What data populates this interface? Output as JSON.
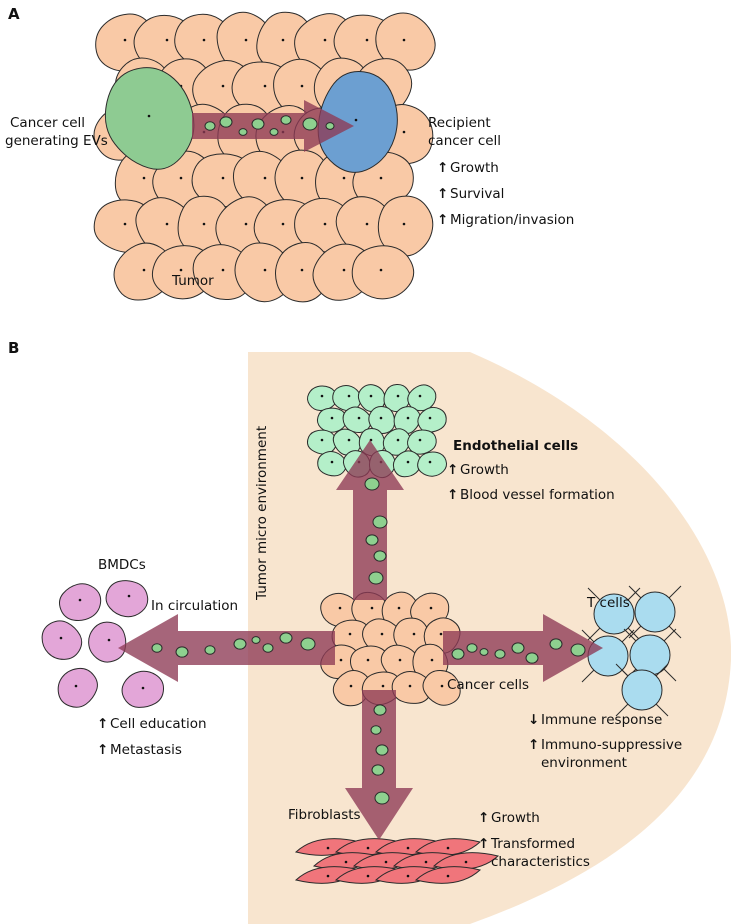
{
  "panel_a": {
    "label": "A",
    "donor_label_line1": "Cancer cell",
    "donor_label_line2": "generating EVs",
    "recipient_label_line1": "Recipient",
    "recipient_label_line2": "cancer cell",
    "effects": [
      "Growth",
      "Survival",
      "Migration/invasion"
    ],
    "tumor_label": "Tumor"
  },
  "panel_b": {
    "label": "B",
    "tme_label": "Tumor micro environment",
    "endothelial": {
      "title": "Endothelial cells",
      "effects": [
        "Growth",
        "Blood vessel formation"
      ]
    },
    "bmdc": {
      "title": "BMDCs",
      "circulation": "In circulation",
      "effects": [
        "Cell education",
        "Metastasis"
      ]
    },
    "tcells": {
      "title": "T cells",
      "effect_down": "Immune response",
      "effect_up_line1": "Immuno-suppressive",
      "effect_up_line2": "environment"
    },
    "cancer_cells_label": "Cancer cells",
    "fibroblasts": {
      "title": "Fibroblasts",
      "effect1": "Growth",
      "effect2_line1": "Transformed",
      "effect2_line2": "characteristics"
    }
  },
  "colors": {
    "tumor_cell": "#f9c9a6",
    "donor_cell": "#8ecb92",
    "recipient_cell": "#6c9fd1",
    "arrow": "#8d3a55",
    "vesicle": "#8ed08f",
    "tme_background": "#f8e5cf",
    "endothelial": "#b4efc9",
    "bmdc": "#e3a6d8",
    "tcell": "#aadcef",
    "fibroblast": "#f0757b"
  }
}
